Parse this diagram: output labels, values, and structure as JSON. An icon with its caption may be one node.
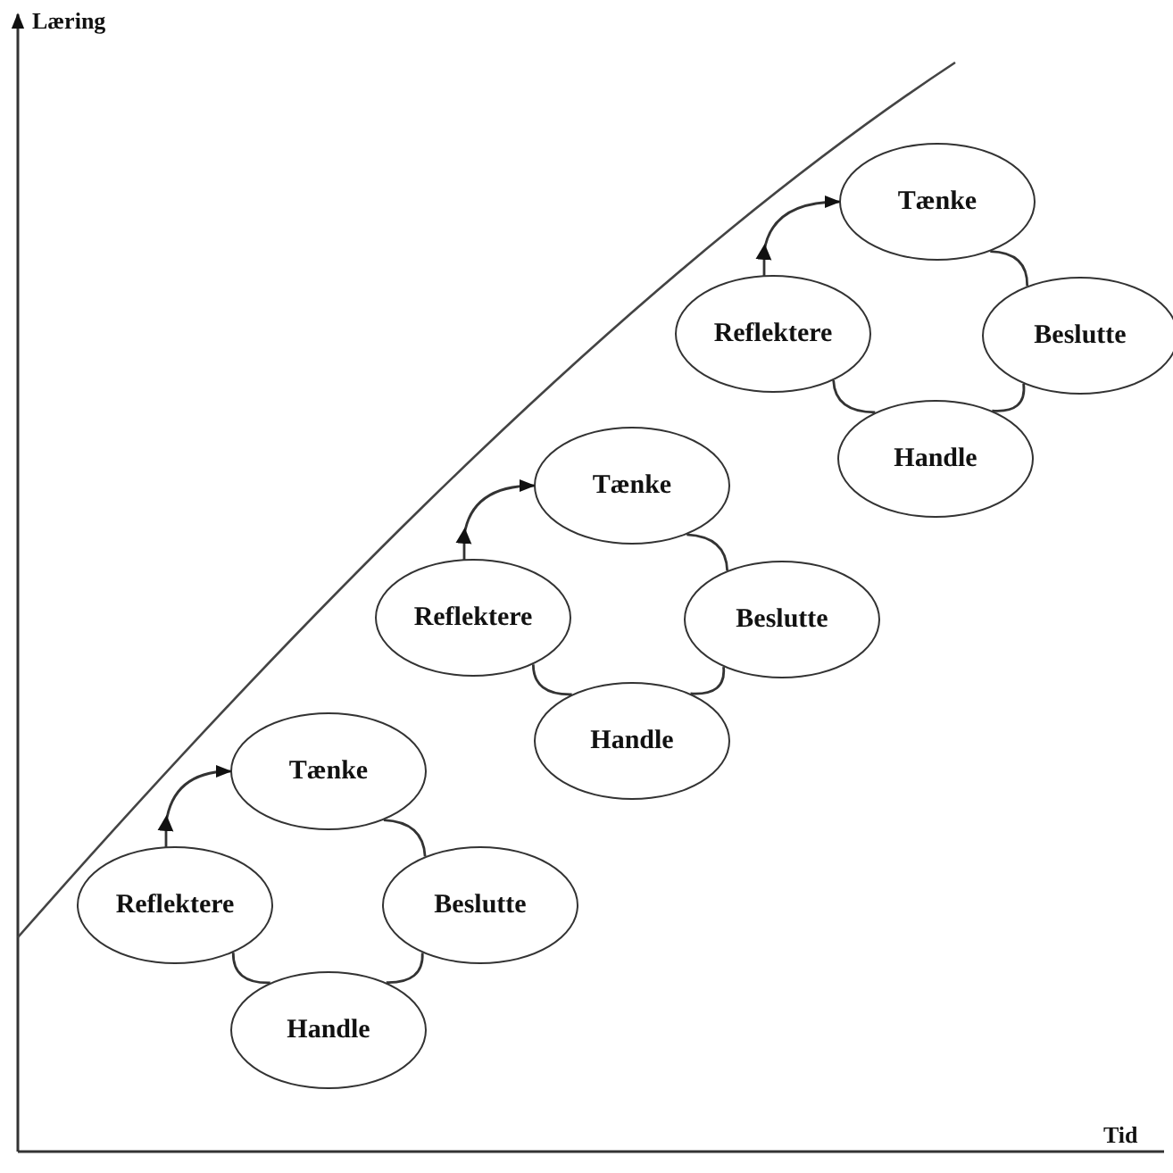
{
  "diagram": {
    "nodes": [
      {
        "text": [
          "Tænke"
        ]
      },
      {
        "text": [
          "Reflektere"
        ]
      },
      {
        "text": [
          "Beslutte"
        ]
      },
      {
        "text": [
          "Handle"
        ]
      },
      {
        "text": [
          "Tænke"
        ]
      },
      {
        "text": [
          "Reflektere"
        ]
      },
      {
        "text": [
          "Beslutte"
        ]
      },
      {
        "text": [
          "Handle"
        ]
      },
      {
        "text": [
          "Tænke"
        ]
      },
      {
        "text": [
          "Reflektere"
        ]
      },
      {
        "text": [
          "Beslutte"
        ]
      },
      {
        "text": [
          "Handle"
        ]
      }
    ],
    "edges": [
      {
        "from": 1,
        "to": 0,
        "arrow": "to"
      },
      {
        "from": 0,
        "to": 2,
        "arrow": "none"
      },
      {
        "from": 2,
        "to": 3,
        "arrow": "none"
      },
      {
        "from": 3,
        "to": 1,
        "arrow": "none"
      },
      {
        "from": 5,
        "to": 4,
        "arrow": "to"
      },
      {
        "from": 4,
        "to": 6,
        "arrow": "none"
      },
      {
        "from": 6,
        "to": 7,
        "arrow": "none"
      },
      {
        "from": 7,
        "to": 5,
        "arrow": "none"
      },
      {
        "from": 9,
        "to": 8,
        "arrow": "to"
      },
      {
        "from": 8,
        "to": 10,
        "arrow": "none"
      },
      {
        "from": 10,
        "to": 11,
        "arrow": "none"
      },
      {
        "from": 11,
        "to": 9,
        "arrow": "none"
      }
    ],
    "labels": [
      "Læring",
      "Tid"
    ]
  }
}
